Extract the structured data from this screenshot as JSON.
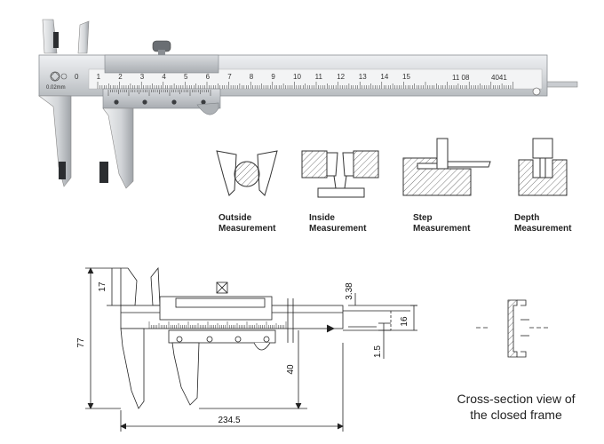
{
  "caliper_photo": {
    "main_scale_numbers": [
      "0",
      "1",
      "2",
      "3",
      "4",
      "5",
      "6",
      "7",
      "8",
      "9",
      "10",
      "11",
      "12",
      "13",
      "14",
      "15"
    ],
    "engraving_right_a": "11 08",
    "engraving_right_b": "4041",
    "resolution_mark": "0.02mm",
    "colors": {
      "steel_light": "#e2e4e6",
      "steel_mid": "#c4c7ca",
      "steel_dark": "#8d9196"
    }
  },
  "methods": [
    {
      "line1": "Outside",
      "line2": "Measurement",
      "icon": "outside-measurement-icon"
    },
    {
      "line1": "Inside",
      "line2": "Measurement",
      "icon": "inside-measurement-icon"
    },
    {
      "line1": "Step",
      "line2": "Measurement",
      "icon": "step-measurement-icon"
    },
    {
      "line1": "Depth",
      "line2": "Measurement",
      "icon": "depth-measurement-icon"
    }
  ],
  "drawing": {
    "dims": {
      "jaw_height": "17",
      "total_height": "77",
      "width": "234.5",
      "depth_offset": "40",
      "top_gap": "3.38",
      "beam_width": "16",
      "rod_thickness": "1.5"
    }
  },
  "cross_section": {
    "caption_line1": "Cross-section view of",
    "caption_line2": "the closed frame"
  }
}
